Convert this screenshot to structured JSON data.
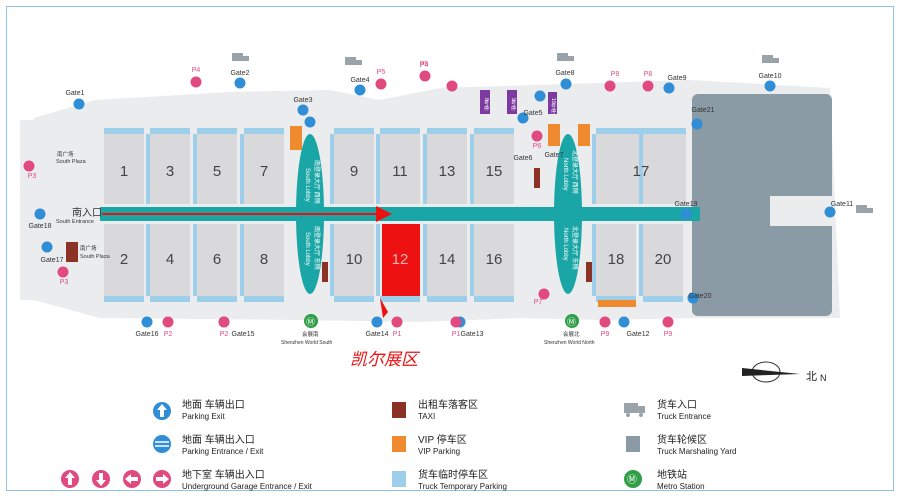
{
  "map": {
    "south_entrance_cn": "南入口",
    "south_entrance_en": "South Entrance",
    "south_plaza_cn": "南广场",
    "south_plaza_en": "South Plaza",
    "south_lobby_cn": "南登录大厅 西侧",
    "south_lobby_cn2": "南登录大厅 东侧",
    "south_lobby_en": "South Lobby",
    "north_lobby_cn": "北登录大厅 西侧",
    "north_lobby_cn2": "北登录大厅 东侧",
    "north_lobby_en": "North Lobby",
    "metro_south_cn": "会展南",
    "metro_south_en": "Shenzhen World South",
    "metro_north_cn": "会展北",
    "metro_north_en": "Shenzhen World North",
    "kaier_label": "凯尔展区",
    "compass_cn": "北",
    "compass_en": "N",
    "lot8": "8号停",
    "lot9": "9号停",
    "lot10": "10号停",
    "halls_top": [
      "1",
      "3",
      "5",
      "7",
      "9",
      "11",
      "13",
      "15",
      "17"
    ],
    "halls_bottom": [
      "2",
      "4",
      "6",
      "8",
      "10",
      "12",
      "14",
      "16",
      "18",
      "20"
    ],
    "gates": [
      "Gate1",
      "Gate2",
      "Gate3",
      "Gate4",
      "Gate5",
      "Gate6",
      "Gate7",
      "Gate8",
      "Gate9",
      "Gate10",
      "Gate11",
      "Gate12",
      "Gate13",
      "Gate14",
      "Gate15",
      "Gate16",
      "Gate17",
      "Gate18",
      "Gate19",
      "Gate20",
      "Gate21"
    ],
    "parking": [
      "P1",
      "P1",
      "P2",
      "P2",
      "P3",
      "P3",
      "P4",
      "P4",
      "P5",
      "P5",
      "P6",
      "P7",
      "P8",
      "P8",
      "P9",
      "P9"
    ],
    "colors": {
      "teal": "#1aa6a6",
      "hall": "#d9d9db",
      "truck_temp": "#9ecfea",
      "vip": "#ef8a2e",
      "taxi": "#8b3126",
      "marshal": "#8a9ba6",
      "exit_blue": "#2f8ed6",
      "garage_pink": "#e04a7e",
      "metro": "#2e9e47",
      "highlight": "#ee1111"
    }
  },
  "legend": {
    "parking_exit_cn": "地面 车辆出口",
    "parking_exit_en": "Parking Exit",
    "parking_entrance_exit_cn": "地面 车辆出入口",
    "parking_entrance_exit_en": "Parking Entrance / Exit",
    "underground_cn": "地下室 车辆出入口",
    "underground_en": "Underground Garage Entrance / Exit",
    "taxi_cn": "出租车落客区",
    "taxi_en": "TAXI",
    "vip_cn": "VIP 停车区",
    "vip_en": "VIP Parking",
    "truck_temp_cn": "货车临时停车区",
    "truck_temp_en": "Truck Temporary Parking",
    "truck_entrance_cn": "货车入口",
    "truck_entrance_en": "Truck Entrance",
    "truck_yard_cn": "货车轮候区",
    "truck_yard_en": "Truck Marshaling Yard",
    "metro_cn": "地铁站",
    "metro_en": "Metro Station"
  }
}
